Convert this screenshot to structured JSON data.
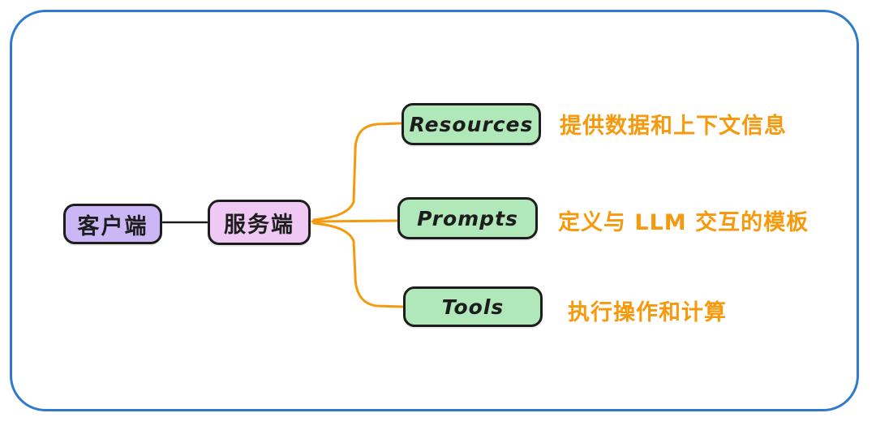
{
  "diagram": {
    "nodes": {
      "client": {
        "label": "客户端"
      },
      "server": {
        "label": "服务端"
      },
      "children": [
        {
          "label": "Resources",
          "annotation": "提供数据和上下文信息"
        },
        {
          "label": "Prompts",
          "annotation": "定义与 LLM 交互的模板"
        },
        {
          "label": "Tools",
          "annotation": "执行操作和计算"
        }
      ]
    }
  },
  "colors": {
    "frame_blue": "#2f7ad0",
    "client_purple": "#cbb7f5",
    "server_pink": "#efc8f4",
    "child_green": "#b0e8b9",
    "accent_orange": "#f7990d",
    "ink_black": "#1d1d1d"
  }
}
